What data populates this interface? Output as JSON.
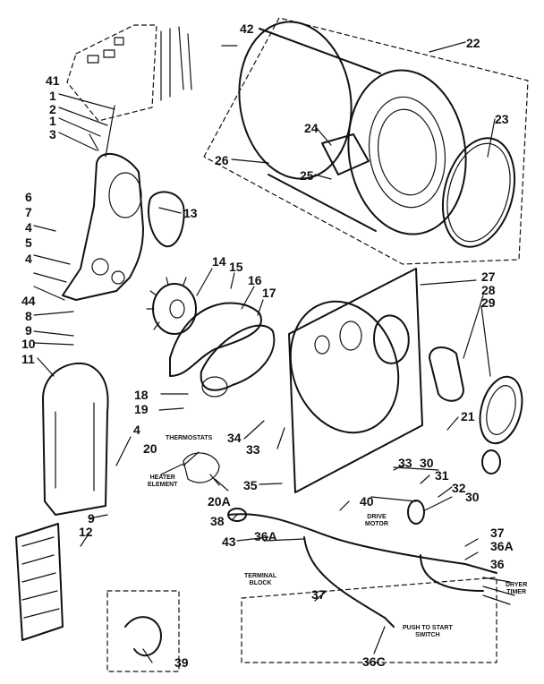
{
  "part_labels": {
    "p1a": "1",
    "p2": "2",
    "p1b": "1",
    "p3": "3",
    "p41": "41",
    "p42": "42",
    "p22": "22",
    "p23": "23",
    "p24": "24",
    "p25": "25",
    "p26": "26",
    "p6": "6",
    "p7": "7",
    "p13": "13",
    "p4a": "4",
    "p5": "5",
    "p4b": "4",
    "p44": "44",
    "p8": "8",
    "p9a": "9",
    "p10": "10",
    "p11": "11",
    "p14": "14",
    "p15": "15",
    "p16": "16",
    "p17": "17",
    "p27": "27",
    "p28": "28",
    "p29": "29",
    "p18": "18",
    "p19": "19",
    "p4c": "4",
    "p20": "20",
    "p20a": "20A",
    "p34": "34",
    "p33a": "33",
    "p35": "35",
    "p21": "21",
    "p33b": "33",
    "p30a": "30",
    "p31": "31",
    "p32": "32",
    "p30b": "30",
    "p40": "40",
    "p9b": "9",
    "p12": "12",
    "p38": "38",
    "p43": "43",
    "p36a_left": "36A",
    "p37a": "37",
    "p36a_right": "36A",
    "p36": "36",
    "p37b": "37",
    "p36c": "36C",
    "p39": "39"
  },
  "captions": {
    "thermostats": "THERMOSTATS",
    "heater_element": "HEATER\nELEMENT",
    "drive_motor": "DRIVE\nMOTOR",
    "terminal_block": "TERMINAL\nBLOCK",
    "push_to_start": "PUSH TO START\nSWITCH",
    "dryer_timer": "DRYER\nTIMER"
  }
}
